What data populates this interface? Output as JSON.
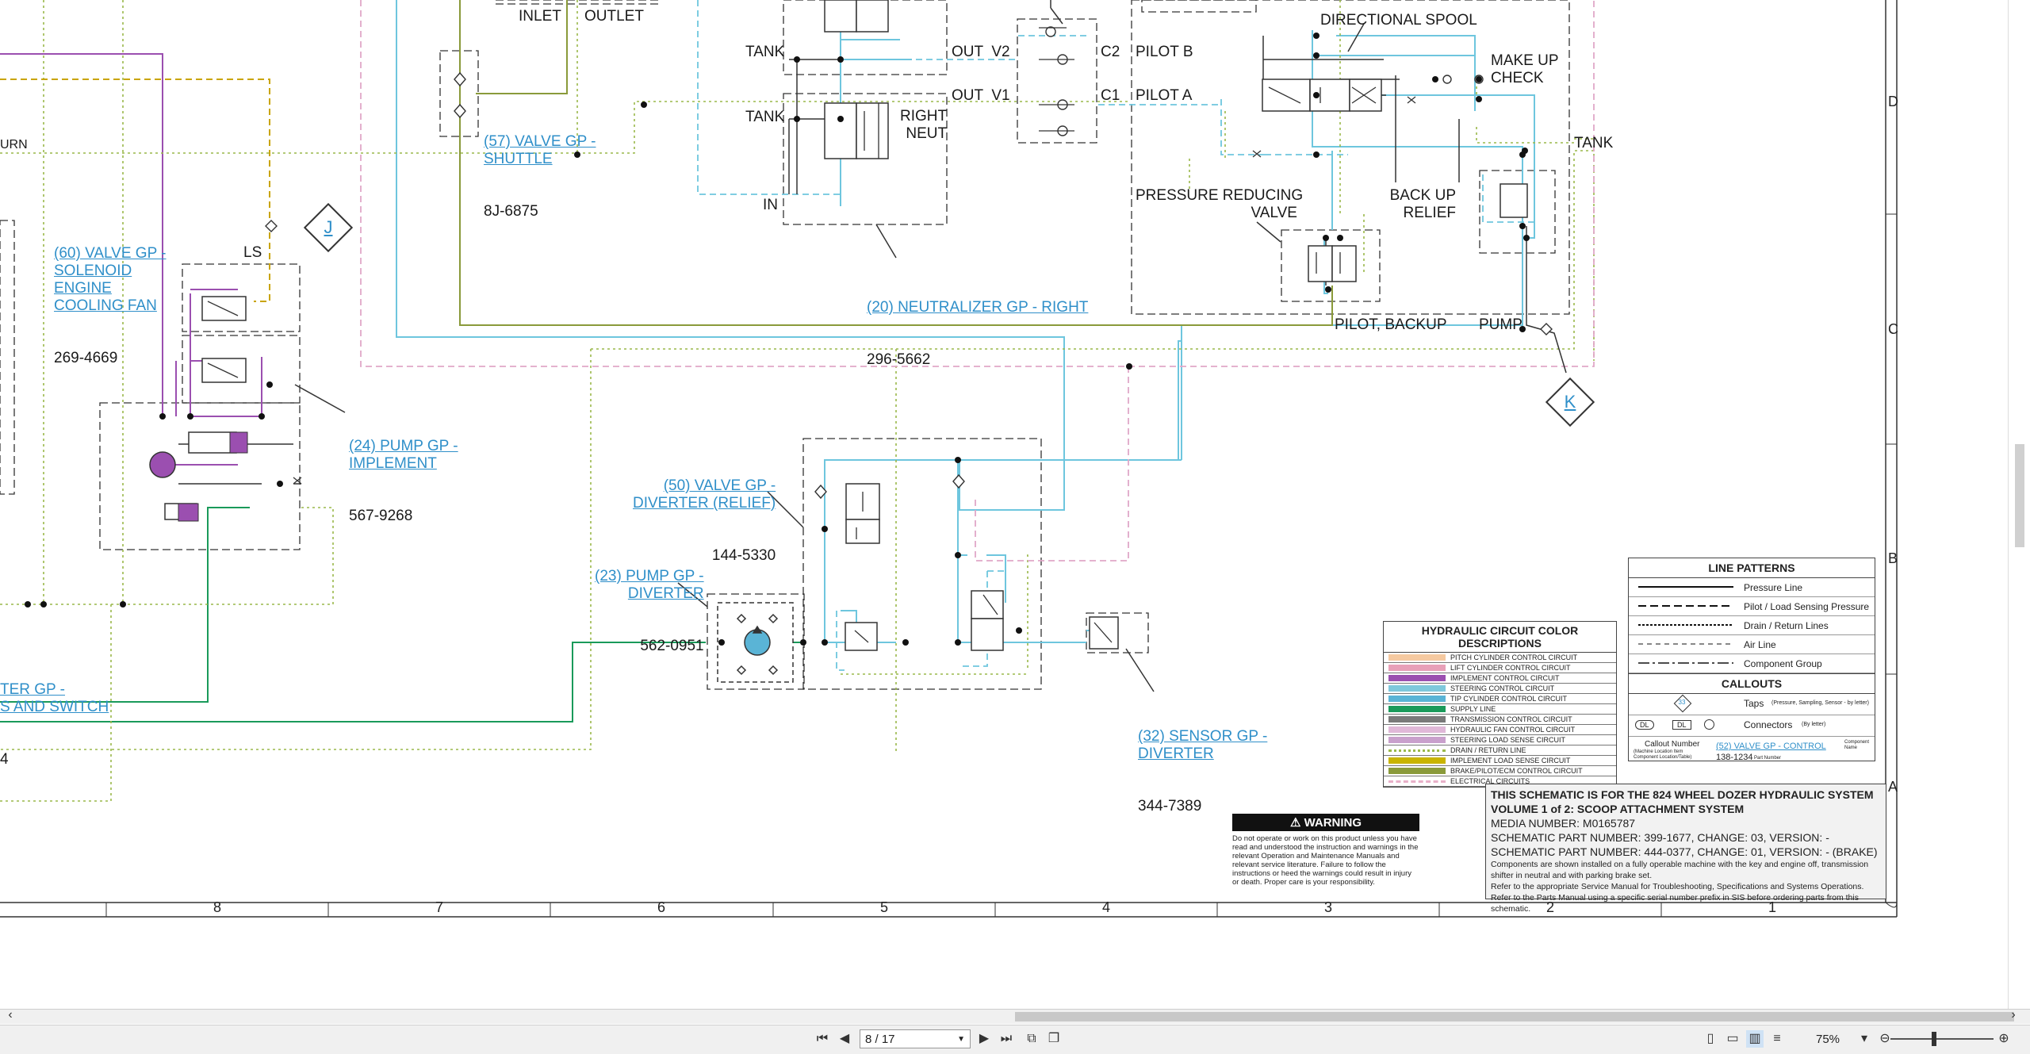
{
  "labels": {
    "inlet": "INLET",
    "outlet": "OUTLET",
    "tank1": "TANK",
    "tank2": "TANK",
    "tank3": "TANK",
    "out_v2": "OUT  V2",
    "out_v1": "OUT  V1",
    "c2": "C2",
    "c1": "C1",
    "pilot_b": "PILOT B",
    "pilot_a": "PILOT A",
    "directional_spool": "DIRECTIONAL SPOOL",
    "make_up_check": "MAKE UP\nCHECK",
    "right_neut": "RIGHT\nNEUT",
    "in": "IN",
    "pressure_reducing_valve": "PRESSURE REDUCING\nVALVE",
    "back_up_relief": "BACK UP\nRELIEF",
    "pilot_backup": "PILOT, BACKUP",
    "pump": "PUMP",
    "ls": "LS",
    "urn": "URN"
  },
  "callouts": {
    "valve_shuttle": {
      "link": "(57) VALVE GP -\nSHUTTLE",
      "part": "8J-6875"
    },
    "valve_solenoid": {
      "link": "(60) VALVE GP -\nSOLENOID\nENGINE\nCOOLING FAN",
      "part": "269-4669"
    },
    "neutralizer": {
      "link": "(20) NEUTRALIZER GP - RIGHT",
      "part": "296-5662"
    },
    "pump_implement": {
      "link": "(24) PUMP GP -\nIMPLEMENT",
      "part": "567-9268"
    },
    "valve_diverter": {
      "link": "(50) VALVE GP -\nDIVERTER (RELIEF)",
      "part": "144-5330"
    },
    "pump_diverter": {
      "link": "(23) PUMP GP -\nDIVERTER",
      "part": "562-0951"
    },
    "sensor_diverter": {
      "link": "(32) SENSOR GP -\nDIVERTER",
      "part": "344-7389"
    },
    "filter_partial": {
      "link": "TER GP -\nS AND SWITCH",
      "part": "4"
    }
  },
  "taps": {
    "j": "J",
    "k": "K"
  },
  "grid": {
    "numbers": [
      "8",
      "7",
      "6",
      "5",
      "4",
      "3",
      "2",
      "1"
    ],
    "letters": [
      "D",
      "C",
      "B",
      "A"
    ]
  },
  "color_legend": {
    "title": "HYDRAULIC CIRCUIT COLOR DESCRIPTIONS",
    "rows": [
      {
        "text": "PITCH CYLINDER CONTROL CIRCUIT",
        "color": "#f5c9a0",
        "style": "solid"
      },
      {
        "text": "LIFT CYLINDER CONTROL CIRCUIT",
        "color": "#e8a0b8",
        "style": "solid"
      },
      {
        "text": "IMPLEMENT CONTROL CIRCUIT",
        "color": "#9b4fb0",
        "style": "solid"
      },
      {
        "text": "STEERING CONTROL CIRCUIT",
        "color": "#7fc8dc",
        "style": "solid"
      },
      {
        "text": "TIP CYLINDER CONTROL CIRCUIT",
        "color": "#5ab4d6",
        "style": "solid"
      },
      {
        "text": "SUPPLY LINE",
        "color": "#1a9a5a",
        "style": "solid"
      },
      {
        "text": "TRANSMISSION CONTROL CIRCUIT",
        "color": "#7a7a7a",
        "style": "solid"
      },
      {
        "text": "HYDRAULIC FAN CONTROL CIRCUIT",
        "color": "#e0b8d8",
        "style": "solid"
      },
      {
        "text": "STEERING LOAD SENSE CIRCUIT",
        "color": "#c9a0cc",
        "style": "solid"
      },
      {
        "text": "DRAIN / RETURN LINE",
        "color": "#9ab84a",
        "style": "dotted"
      },
      {
        "text": "IMPLEMENT LOAD SENSE CIRCUIT",
        "color": "#c9b400",
        "style": "solid"
      },
      {
        "text": "BRAKE/PILOT/ECM CONTROL CIRCUIT",
        "color": "#8a9a3a",
        "style": "solid"
      },
      {
        "text": "ELECTRICAL CIRCUITS",
        "color": "#e8b0c8",
        "style": "dashed"
      }
    ]
  },
  "line_patterns": {
    "title": "LINE PATTERNS",
    "rows": [
      "Pressure Line",
      "Pilot / Load Sensing Pressure",
      "Drain / Return Lines",
      "Air Line",
      "Component Group"
    ],
    "callouts_title": "CALLOUTS",
    "taps_text": "Taps",
    "taps_note": "(Pressure, Sampling, Sensor - by letter)",
    "tap_glyph": "33",
    "connectors_text": "Connectors",
    "connectors_note": "(By letter)",
    "connector_glyph_1": "DL",
    "connector_glyph_2": "DL",
    "example_callout_label": "Callout Number",
    "example_location_note": "(Machine Location Item\nComponent Location/Table)",
    "example_link": "(52) VALVE GP - CONTROL",
    "example_part": "138-1234",
    "example_name_note": "Component\nName",
    "example_part_note": "Part Number"
  },
  "warning": {
    "title": "WARNING",
    "body": "Do not operate or work on this product unless you have read and understood the instruction and warnings in the relevant Operation and Maintenance Manuals and relevant service literature. Failure to follow the instructions or heed the warnings could result in injury or death. Proper care is your responsibility."
  },
  "info": {
    "line1": "THIS SCHEMATIC IS FOR THE 824 WHEEL DOZER HYDRAULIC SYSTEM",
    "line2": "VOLUME 1 of 2: SCOOP ATTACHMENT SYSTEM",
    "line3": "MEDIA NUMBER: M0165787",
    "line4": "SCHEMATIC PART NUMBER: 399-1677, CHANGE: 03, VERSION: -",
    "line5": "SCHEMATIC PART NUMBER: 444-0377, CHANGE: 01, VERSION: - (BRAKE)",
    "line6": "Components are shown installed on a fully operable machine with the key and engine off, transmission shifter in neutral and with parking brake set.",
    "line7": "Refer to the appropriate Service Manual for Troubleshooting, Specifications and Systems Operations.",
    "line8": "Refer to the Parts Manual using a specific serial number prefix in SIS before ordering parts from this schematic."
  },
  "toolbar": {
    "page_value": "8 / 17",
    "zoom": "75%"
  },
  "colors": {
    "steering": "#6ec6de",
    "supply": "#1a9a5a",
    "implement": "#9b4fb0",
    "drain": "#9ab84a",
    "ls": "#c9a400",
    "pilot": "#8a9a3a",
    "electrical": "#e0a8c8",
    "link": "#2f8fc9"
  }
}
